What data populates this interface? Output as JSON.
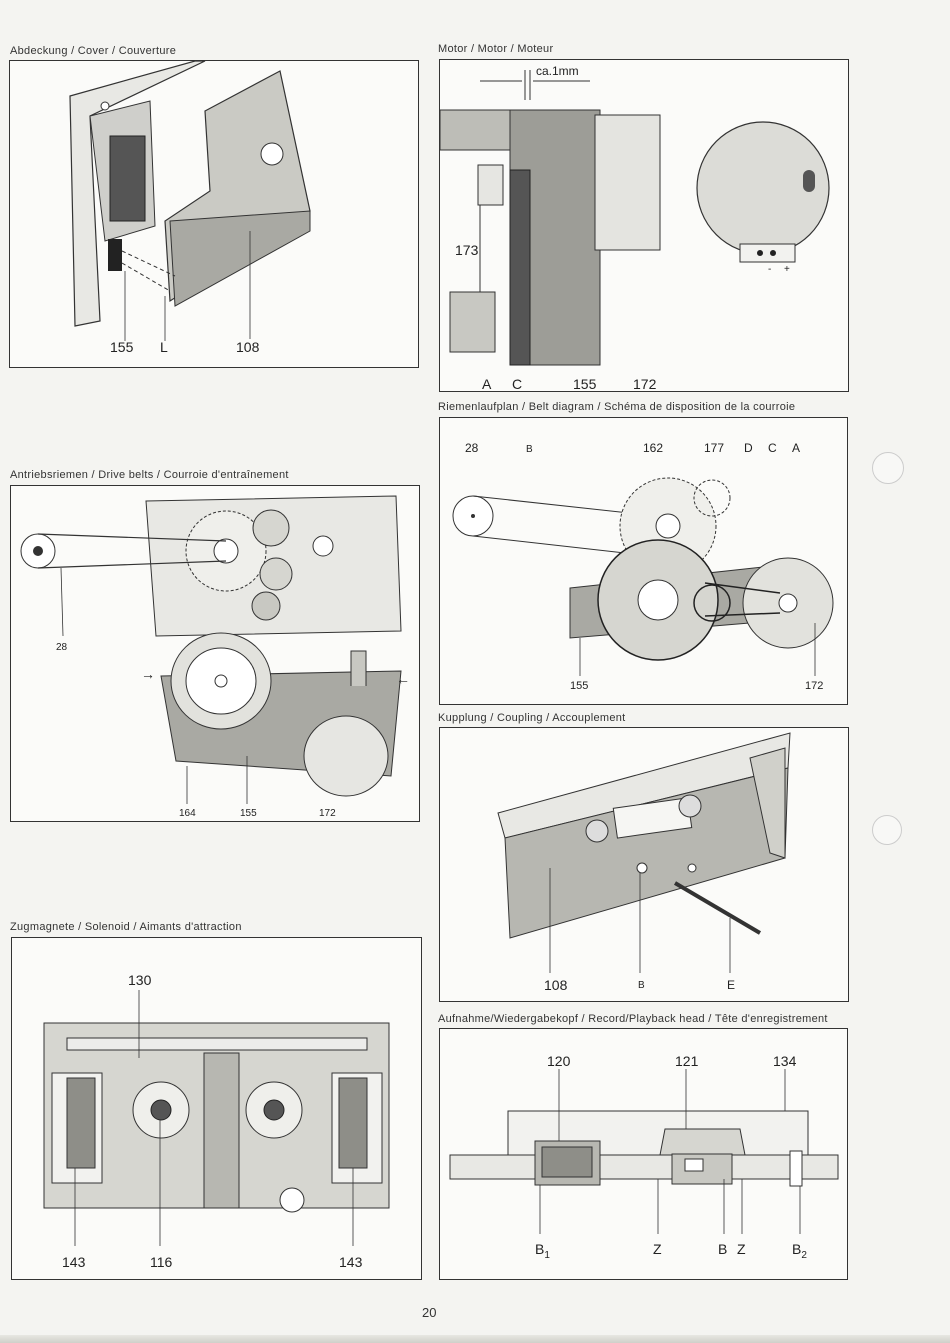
{
  "page_number": "20",
  "sections": {
    "cover": {
      "caption": "Abdeckung / Cover / Couverture",
      "labels": [
        "155",
        "L",
        "108"
      ]
    },
    "motor": {
      "caption": "Motor / Motor / Moteur",
      "gap_note": "ca.1mm",
      "labels": [
        "173",
        "A",
        "C",
        "155",
        "172"
      ],
      "terminal_minus": "-",
      "terminal_plus": "+"
    },
    "belt_diagram": {
      "caption": "Riemenlaufplan / Belt diagram / Schéma de disposition de la courroie",
      "labels": [
        "28",
        "B",
        "162",
        "177",
        "D",
        "C",
        "A",
        "155",
        "172"
      ]
    },
    "drive_belts": {
      "caption": "Antriebsriemen / Drive belts / Courroie d'entraînement",
      "labels": [
        "28",
        "164",
        "155",
        "172"
      ]
    },
    "coupling": {
      "caption": "Kupplung / Coupling / Accouplement",
      "labels": [
        "108",
        "B",
        "E"
      ]
    },
    "solenoid": {
      "caption": "Zugmagnete / Solenoid / Aimants d'attraction",
      "labels": [
        "130",
        "143",
        "116",
        "143"
      ]
    },
    "head": {
      "caption": "Aufnahme/Wiedergabekopf / Record/Playback head / Tête d'enregistrement",
      "labels": [
        "120",
        "121",
        "134",
        "B",
        "1",
        "Z",
        "B",
        "Z",
        "B",
        "2"
      ]
    }
  }
}
